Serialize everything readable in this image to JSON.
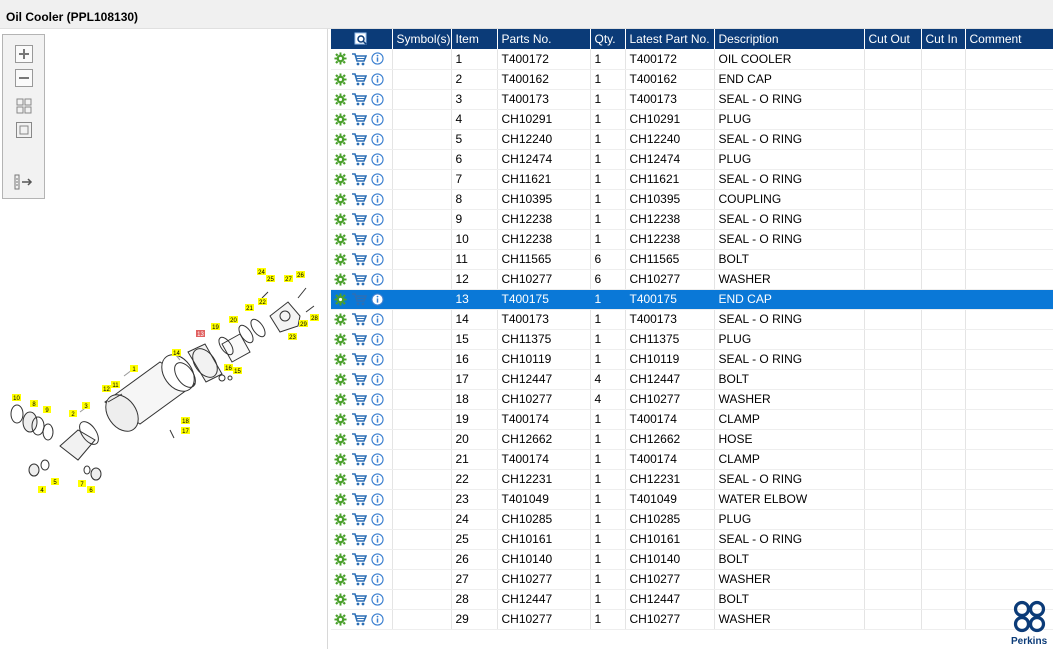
{
  "window": {
    "title": "Oil Cooler (PPL108130)"
  },
  "toolbar": {
    "buttons": [
      {
        "name": "zoom-in-icon"
      },
      {
        "name": "zoom-out-icon"
      },
      {
        "name": "fit-all-icon"
      },
      {
        "name": "actual-size-icon"
      },
      {
        "name": "export-list-icon"
      }
    ]
  },
  "diagram": {
    "callouts": [
      "1",
      "2",
      "3",
      "4",
      "5",
      "6",
      "7",
      "8",
      "9",
      "10",
      "11",
      "12",
      "13",
      "14",
      "15",
      "16",
      "17",
      "18",
      "19",
      "20",
      "21",
      "22",
      "23",
      "24",
      "25",
      "26",
      "27",
      "28",
      "29"
    ],
    "highlight_color": "#ffff00",
    "selected_callout": "13",
    "selected_color": "#e06060"
  },
  "grid": {
    "columns": [
      "",
      "Symbol(s)",
      "Item",
      "Parts No.",
      "Qty.",
      "Latest Part No.",
      "Description",
      "Cut Out",
      "Cut In",
      "Comment"
    ],
    "selected_item": "13",
    "rows": [
      {
        "item": "1",
        "part": "T400172",
        "qty": "1",
        "latest": "T400172",
        "desc": "OIL COOLER"
      },
      {
        "item": "2",
        "part": "T400162",
        "qty": "1",
        "latest": "T400162",
        "desc": "END CAP"
      },
      {
        "item": "3",
        "part": "T400173",
        "qty": "1",
        "latest": "T400173",
        "desc": "SEAL - O RING"
      },
      {
        "item": "4",
        "part": "CH10291",
        "qty": "1",
        "latest": "CH10291",
        "desc": "PLUG"
      },
      {
        "item": "5",
        "part": "CH12240",
        "qty": "1",
        "latest": "CH12240",
        "desc": "SEAL - O RING"
      },
      {
        "item": "6",
        "part": "CH12474",
        "qty": "1",
        "latest": "CH12474",
        "desc": "PLUG"
      },
      {
        "item": "7",
        "part": "CH11621",
        "qty": "1",
        "latest": "CH11621",
        "desc": "SEAL - O RING"
      },
      {
        "item": "8",
        "part": "CH10395",
        "qty": "1",
        "latest": "CH10395",
        "desc": "COUPLING"
      },
      {
        "item": "9",
        "part": "CH12238",
        "qty": "1",
        "latest": "CH12238",
        "desc": "SEAL - O RING"
      },
      {
        "item": "10",
        "part": "CH12238",
        "qty": "1",
        "latest": "CH12238",
        "desc": "SEAL - O RING"
      },
      {
        "item": "11",
        "part": "CH11565",
        "qty": "6",
        "latest": "CH11565",
        "desc": "BOLT"
      },
      {
        "item": "12",
        "part": "CH10277",
        "qty": "6",
        "latest": "CH10277",
        "desc": "WASHER"
      },
      {
        "item": "13",
        "part": "T400175",
        "qty": "1",
        "latest": "T400175",
        "desc": "END CAP"
      },
      {
        "item": "14",
        "part": "T400173",
        "qty": "1",
        "latest": "T400173",
        "desc": "SEAL - O RING"
      },
      {
        "item": "15",
        "part": "CH11375",
        "qty": "1",
        "latest": "CH11375",
        "desc": "PLUG"
      },
      {
        "item": "16",
        "part": "CH10119",
        "qty": "1",
        "latest": "CH10119",
        "desc": "SEAL - O RING"
      },
      {
        "item": "17",
        "part": "CH12447",
        "qty": "4",
        "latest": "CH12447",
        "desc": "BOLT"
      },
      {
        "item": "18",
        "part": "CH10277",
        "qty": "4",
        "latest": "CH10277",
        "desc": "WASHER"
      },
      {
        "item": "19",
        "part": "T400174",
        "qty": "1",
        "latest": "T400174",
        "desc": "CLAMP"
      },
      {
        "item": "20",
        "part": "CH12662",
        "qty": "1",
        "latest": "CH12662",
        "desc": "HOSE"
      },
      {
        "item": "21",
        "part": "T400174",
        "qty": "1",
        "latest": "T400174",
        "desc": "CLAMP"
      },
      {
        "item": "22",
        "part": "CH12231",
        "qty": "1",
        "latest": "CH12231",
        "desc": "SEAL - O RING"
      },
      {
        "item": "23",
        "part": "T401049",
        "qty": "1",
        "latest": "T401049",
        "desc": "WATER ELBOW"
      },
      {
        "item": "24",
        "part": "CH10285",
        "qty": "1",
        "latest": "CH10285",
        "desc": "PLUG"
      },
      {
        "item": "25",
        "part": "CH10161",
        "qty": "1",
        "latest": "CH10161",
        "desc": "SEAL - O RING"
      },
      {
        "item": "26",
        "part": "CH10140",
        "qty": "1",
        "latest": "CH10140",
        "desc": "BOLT"
      },
      {
        "item": "27",
        "part": "CH10277",
        "qty": "1",
        "latest": "CH10277",
        "desc": "WASHER"
      },
      {
        "item": "28",
        "part": "CH12447",
        "qty": "1",
        "latest": "CH12447",
        "desc": "BOLT"
      },
      {
        "item": "29",
        "part": "CH10277",
        "qty": "1",
        "latest": "CH10277",
        "desc": "WASHER"
      }
    ],
    "row_icons": [
      "gear-icon",
      "cart-icon",
      "info-icon"
    ]
  },
  "colors": {
    "header_bg": "#0b3b78",
    "selected_row": "#0a78d7",
    "gear": "#4aa02c",
    "cart": "#2d6fb5",
    "info": "#3a7fd0"
  },
  "logo": {
    "text": "Perkins"
  }
}
